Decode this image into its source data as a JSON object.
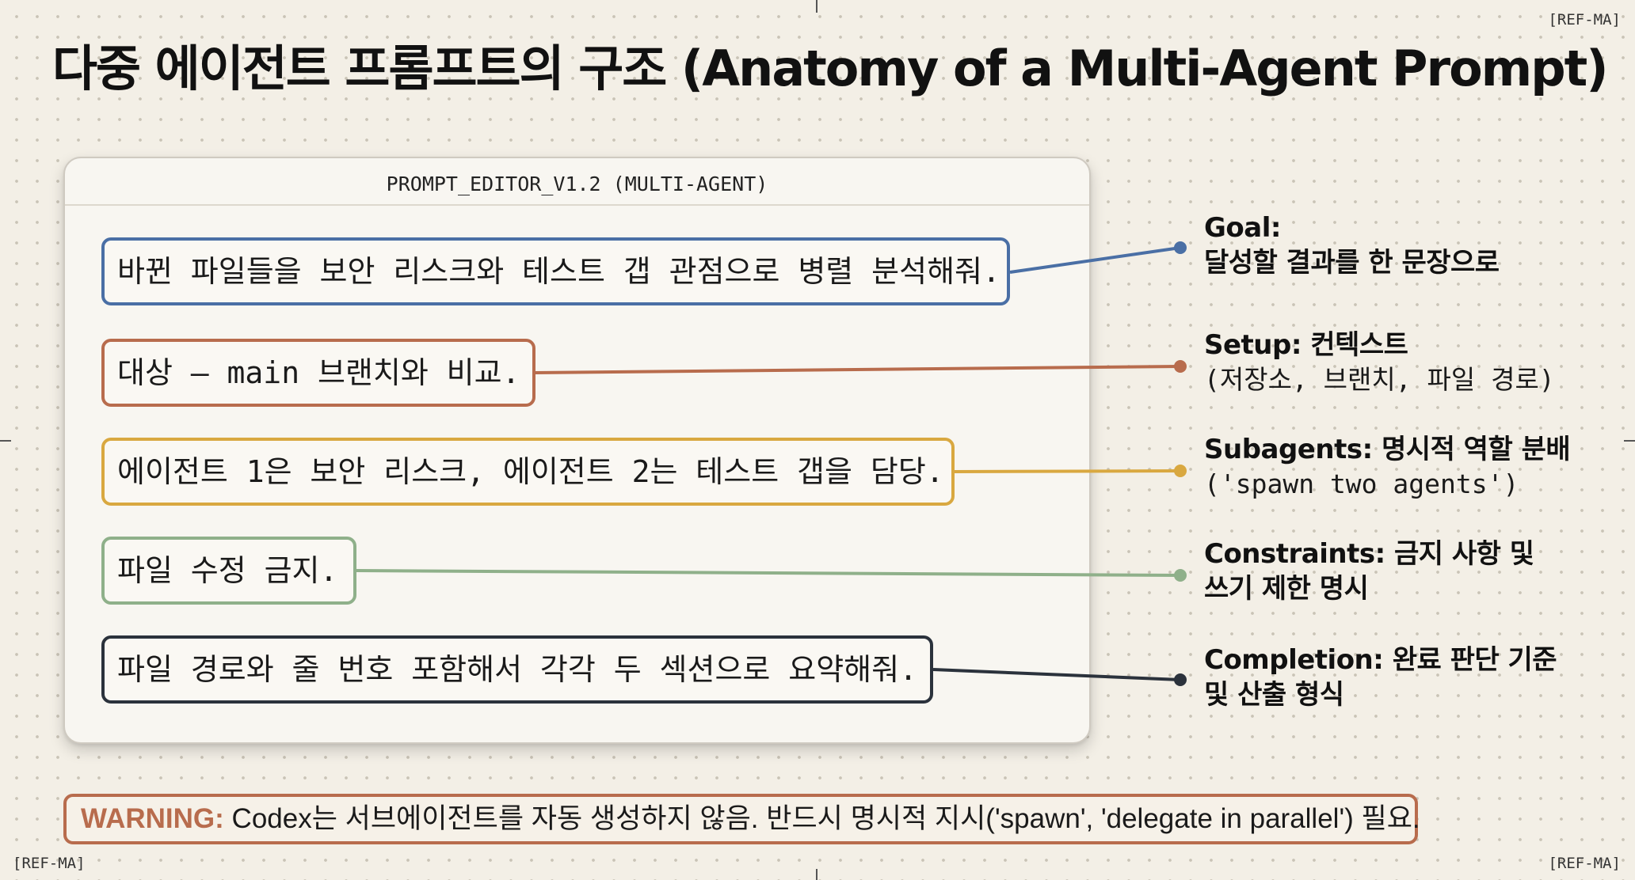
{
  "title": "다중 에이전트 프롬프트의 구조 (Anatomy of a Multi-Agent Prompt)",
  "ref_tag": "[REF-MA]",
  "editor": {
    "title": "PROMPT_EDITOR_V1.2 (MULTI-AGENT)",
    "lines": {
      "goal": "바뀐 파일들을 보안 리스크와 테스트 갭 관점으로 병렬 분석해줘.",
      "setup": "대상 – main 브랜치와 비교.",
      "subagents": "에이전트 1은 보안 리스크, 에이전트 2는 테스트 갭을 담당.",
      "constraints": "파일 수정 금지.",
      "completion": "파일 경로와 줄 번호 포함해서 각각 두 섹션으로 요약해줘."
    }
  },
  "annotations": {
    "goal": {
      "key": "Goal:",
      "line1": "",
      "line2": "달성할 결과를 한 문장으로"
    },
    "setup": {
      "key": "Setup:",
      "line1": " 컨텍스트",
      "line2": "(저장소, 브랜치, 파일 경로)"
    },
    "subagents": {
      "key": "Subagents:",
      "line1": " 명시적 역할 분배",
      "line2": "('spawn two agents')"
    },
    "constraints": {
      "key": "Constraints:",
      "line1": " 금지 사항 및",
      "line2": "쓰기 제한 명시"
    },
    "completion": {
      "key": "Completion:",
      "line1": " 완료 판단 기준",
      "line2": "및 산출 형식"
    }
  },
  "warning": {
    "label": "WARNING:",
    "text": " Codex는 서브에이전트를 자동 생성하지 않음. 반드시 명시적 지시('spawn', 'delegate in parallel') 필요."
  },
  "colors": {
    "goal": "#4a6fa5",
    "setup": "#b86c4d",
    "subagents": "#d9a840",
    "constraints": "#8fb08a",
    "completion": "#2b323c"
  }
}
